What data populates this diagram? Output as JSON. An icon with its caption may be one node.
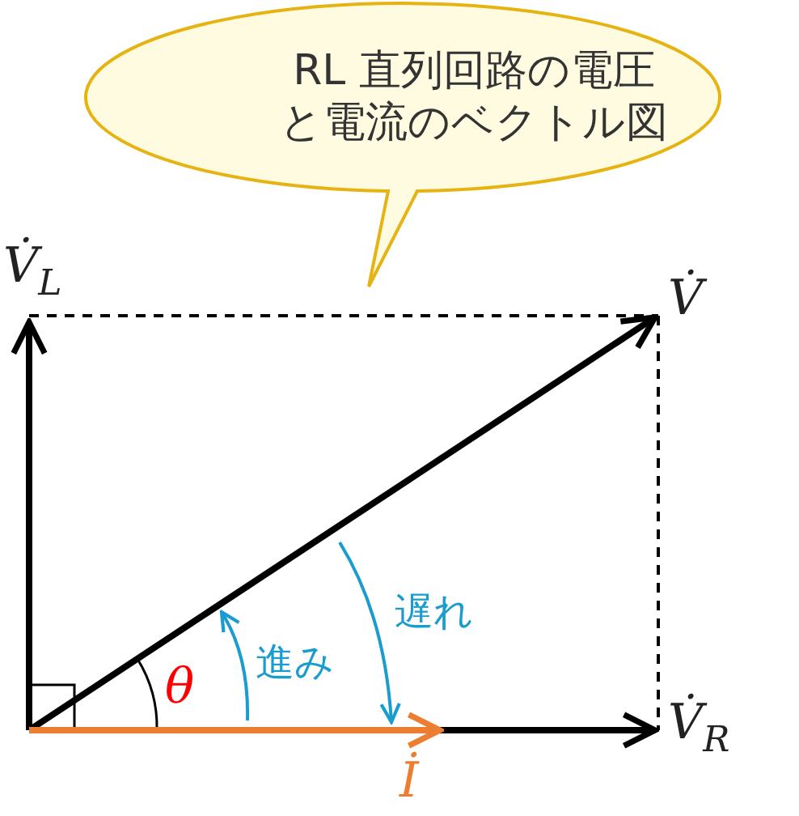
{
  "diagram": {
    "nodes": [
      {
        "text": [
          "RL 直列回路の電圧と電流のベクトル図"
        ]
      }
    ],
    "labels": [
      "V̇$_{L}$",
      "V̇",
      "V̇$_{R}$",
      "θ",
      "進み",
      "遅れ",
      "İ"
    ]
  }
}
